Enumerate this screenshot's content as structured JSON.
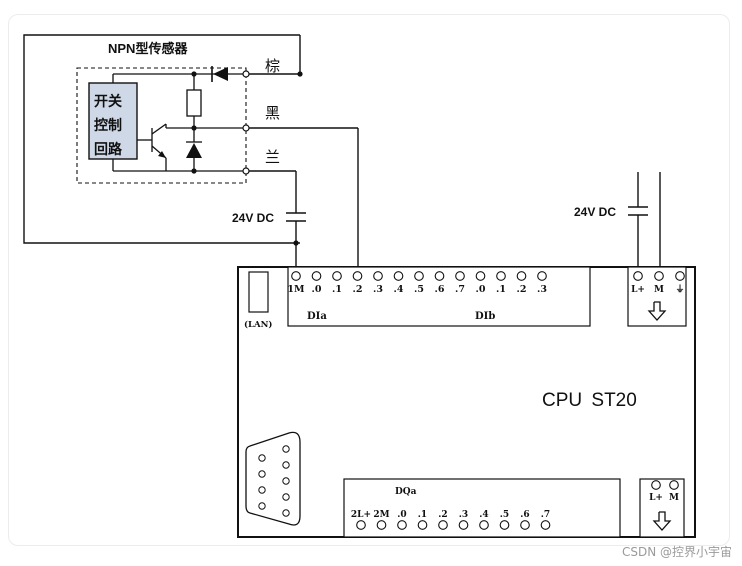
{
  "sensor": {
    "title": "NPN型传感器",
    "control_box": [
      "开关",
      "控制",
      "回路"
    ],
    "wires": {
      "brown": "棕",
      "black": "黑",
      "blue": "兰"
    }
  },
  "power_left": {
    "label": "24V DC"
  },
  "power_right": {
    "label": "24V DC"
  },
  "plc": {
    "cpu_label": "CPU ST20",
    "lan_label": "(LAN)",
    "di_terminals": [
      "1M",
      ".0",
      ".1",
      ".2",
      ".3",
      ".4",
      ".5",
      ".6",
      ".7",
      ".0",
      ".1",
      ".2",
      ".3"
    ],
    "dia_label": "DIa",
    "dib_label": "DIb",
    "power_terminals": [
      "L+",
      "M",
      "⏚"
    ],
    "dq_label": "DQa",
    "dq_terminals": [
      "2L+",
      "2M",
      ".0",
      ".1",
      ".2",
      ".3",
      ".4",
      ".5",
      ".6",
      ".7"
    ],
    "power_out_terminals": [
      "L+",
      "M"
    ]
  },
  "watermark": "CSDN @控界小宇宙"
}
